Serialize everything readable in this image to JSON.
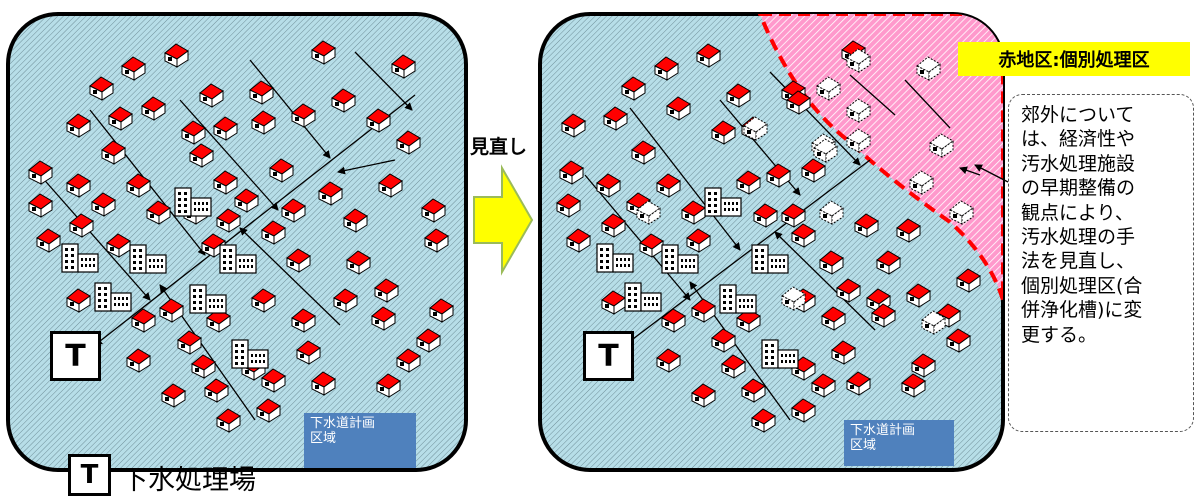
{
  "arrow_label": "見直し",
  "left_panel": {
    "area_label_lines": [
      "下水道計画",
      "区域"
    ],
    "treatment_symbol": "T"
  },
  "right_panel": {
    "area_label_lines": [
      "下水道計画",
      "区域"
    ],
    "treatment_symbol": "T",
    "red_zone_label": "赤地区:個別処理区",
    "note_lines": [
      "郊外について",
      "は、経済性や",
      "汚水処理施設",
      "の早期整備の",
      "観点により、",
      "汚水処理の手",
      "法を見直し、",
      "個別処理区(合",
      "併浄化槽)に変",
      "更する。"
    ]
  },
  "legend": {
    "symbol": "T",
    "label": "下水処理場"
  },
  "colors": {
    "area_fill": "#b7dee8",
    "red_zone_fill": "#ff99cc",
    "red_zone_border": "#ff0000",
    "label_fill": "#4f81bd",
    "arrow_fill": "#ffff00",
    "roof": "#ff0000"
  }
}
